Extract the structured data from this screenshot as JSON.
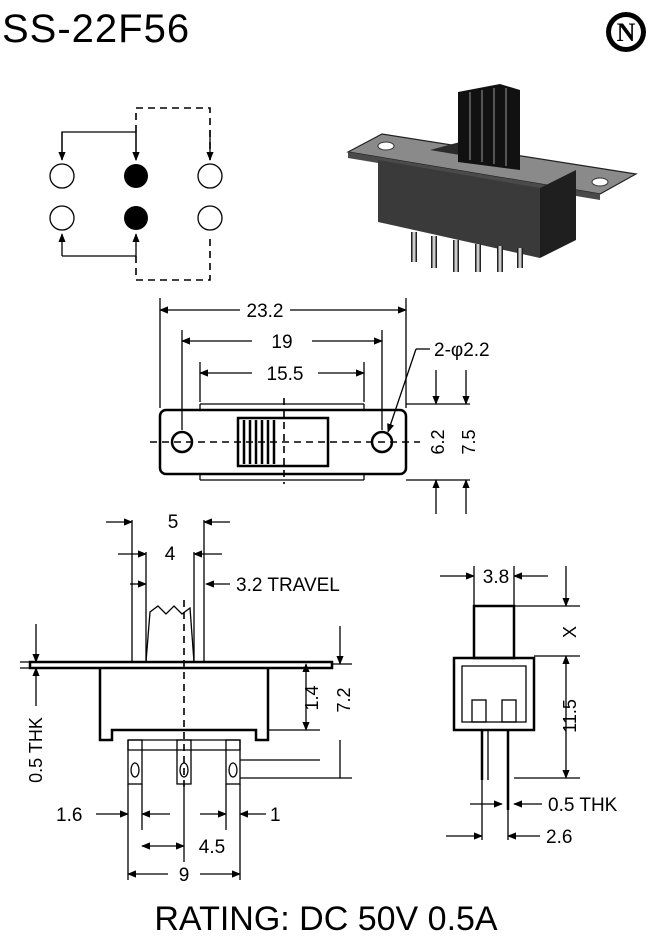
{
  "title": "SS-22F56",
  "logo_letter": "N",
  "dimensions": {
    "top_overall": "23.2",
    "top_holes": "19",
    "top_slot": "15.5",
    "holes": "2-φ2.2",
    "height_inner": "6.2",
    "height_outer": "7.5",
    "actuator_5": "5",
    "actuator_4": "4",
    "travel": "3.2 TRAVEL",
    "thk_left": "0.5 THK",
    "h_1_4": "1.4",
    "h_7_2": "7.2",
    "pin_1_6": "1.6",
    "pin_1": "1",
    "pitch_4_5": "4.5",
    "span_9": "9",
    "side_3_8": "3.8",
    "side_x": "X",
    "side_11_5": "11.5",
    "thk_right": "0.5 THK",
    "side_2_6": "2.6"
  },
  "rating": "RATING: DC 50V 0.5A"
}
